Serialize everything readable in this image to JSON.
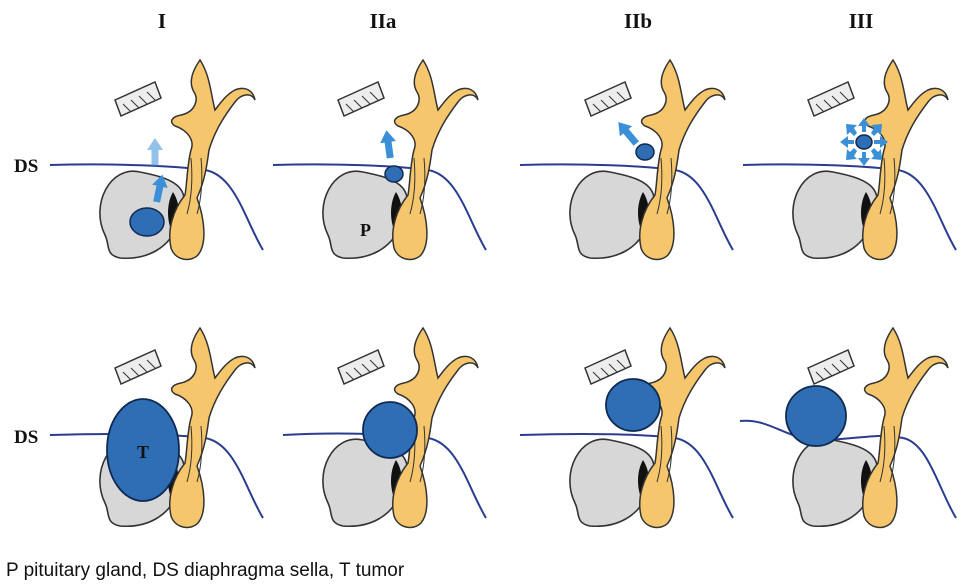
{
  "columns": [
    {
      "title": "I"
    },
    {
      "title": "IIa"
    },
    {
      "title": "IIb"
    },
    {
      "title": "III"
    }
  ],
  "rows": [
    {
      "side_label": "DS"
    },
    {
      "side_label": "DS"
    }
  ],
  "inline_labels": {
    "pituitary": "P",
    "tumor": "T"
  },
  "caption": "P pituitary gland, DS diaphragma sella, T tumor",
  "colors": {
    "gland": "#d7d7d7",
    "outline": "#333333",
    "stalk": "#f6c66c",
    "tumor": "#2f6db5",
    "tumor_outline": "#0e2a52",
    "arrow": "#3b8fd6",
    "arrow_faded": "#8bbfea",
    "diaphragma": "#2a3d8f",
    "cleft": "#111111",
    "bone": "#ededed"
  },
  "icons": [
    "up-arrow-icon",
    "radiating-arrows-icon"
  ]
}
